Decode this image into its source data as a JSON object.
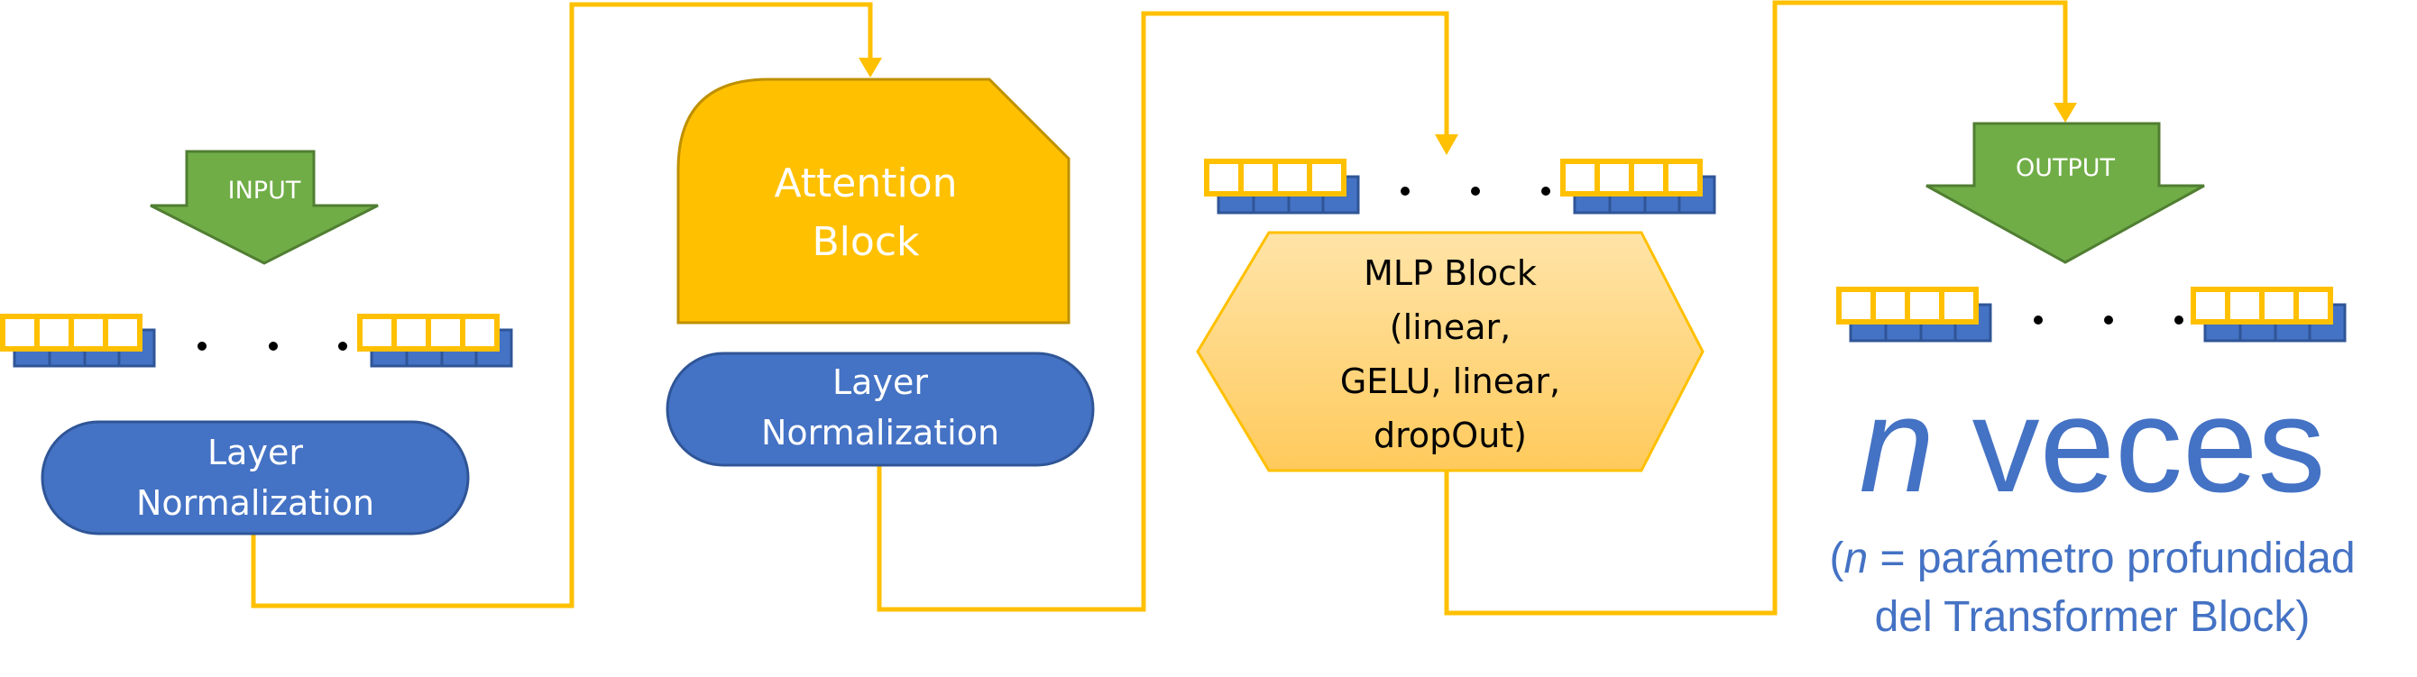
{
  "input_label": "INPUT",
  "output_label": "OUTPUT",
  "attention_block": {
    "line1": "Attention",
    "line2": "Block"
  },
  "layer_norm_1": {
    "line1": "Layer",
    "line2": "Normalization"
  },
  "layer_norm_2": {
    "line1": "Layer",
    "line2": "Normalization"
  },
  "mlp_block": {
    "line1": "MLP Block",
    "line2": "(linear,",
    "line3": "GELU, linear,",
    "line4": "dropOut)"
  },
  "repeat_note": {
    "n": "n",
    "veces": " veces",
    "open_paren": "(",
    "n_param": "n",
    "param_rest": " = parámetro profundidad",
    "line2": "del Transformer Block)"
  },
  "colors": {
    "arrow_green": "#70ad47",
    "flow_yellow": "#ffc000",
    "block_blue": "#4472c4",
    "mlp_orange": "#ffd98a",
    "text_blue": "#4472c4"
  }
}
